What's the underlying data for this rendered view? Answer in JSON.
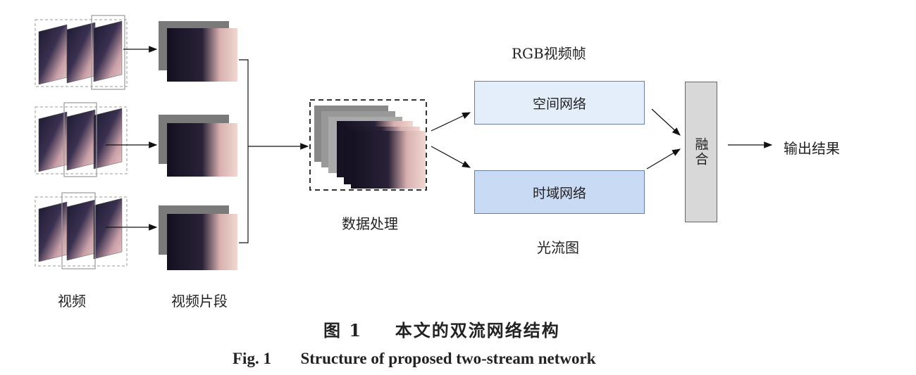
{
  "labels": {
    "video": "视频",
    "video_clip": "视频片段",
    "data_processing": "数据处理",
    "rgb_frames": "RGB视频帧",
    "optical_flow": "光流图",
    "output": "输出结果"
  },
  "boxes": {
    "spatial_network": "空间网络",
    "temporal_network": "时域网络",
    "fusion": "融合"
  },
  "caption": {
    "cn_number": "图 1",
    "cn_title": "本文的双流网络结构",
    "en_number": "Fig. 1",
    "en_title": "Structure of proposed two-stream network"
  },
  "colors": {
    "spatial_fill": "#e4eefb",
    "temporal_fill": "#c9daf4",
    "fusion_fill": "#d8d8d8"
  }
}
